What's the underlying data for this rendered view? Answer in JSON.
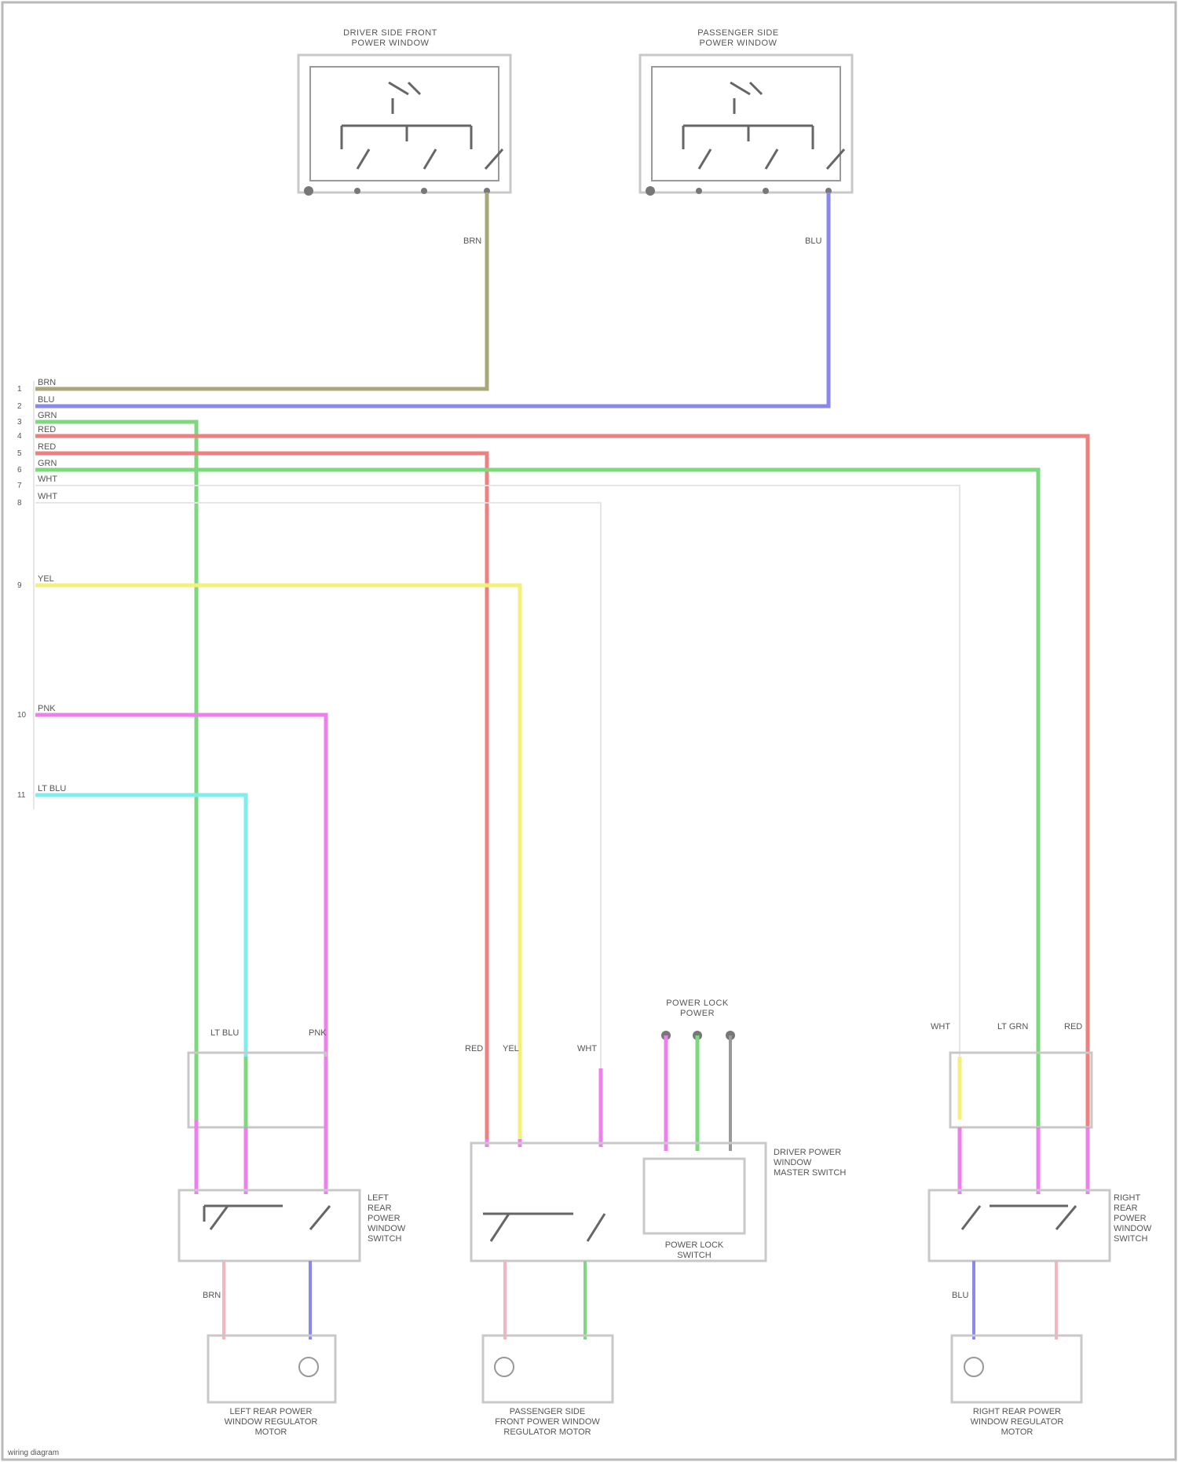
{
  "diagram": {
    "top_switches": [
      {
        "title_line1": "DRIVER SIDE FRONT",
        "title_line2": "POWER WINDOW",
        "wire_label": "BRN"
      },
      {
        "title_line1": "PASSENGER SIDE",
        "title_line2": "POWER WINDOW",
        "wire_label": "BLU"
      }
    ],
    "connector_pins": [
      "1",
      "2",
      "3",
      "4",
      "5",
      "6",
      "7",
      "8",
      "9",
      "10",
      "11"
    ],
    "harness_wires": [
      {
        "label": "BRN",
        "color": "#a8a878"
      },
      {
        "label": "BLU",
        "color": "#8888ee"
      },
      {
        "label": "GRN",
        "color": "#7ed87e"
      },
      {
        "label": "RED",
        "color": "#ee8080"
      },
      {
        "label": "RED",
        "color": "#ee8080"
      },
      {
        "label": "GRN",
        "color": "#7ed87e"
      },
      {
        "label": "WHT",
        "color": "#e8e8e8"
      },
      {
        "label": "WHT",
        "color": "#e8e8e8"
      },
      {
        "label": "YEL",
        "color": "#f2f27a"
      },
      {
        "label": "PNK",
        "color": "#ee80ee"
      },
      {
        "label": "LT BLU",
        "color": "#80eeee"
      }
    ],
    "center_power": {
      "line1": "POWER LOCK",
      "line2": "POWER"
    },
    "lower_modules": [
      {
        "title": [
          "LEFT",
          "REAR",
          "POWER",
          "WINDOW",
          "SWITCH"
        ],
        "motor_title": [
          "LEFT REAR POWER",
          "WINDOW REGULATOR",
          "MOTOR"
        ]
      },
      {
        "title": [
          "DRIVER POWER",
          "WINDOW",
          "MASTER SWITCH"
        ],
        "inner_title": [
          "POWER LOCK",
          "SWITCH"
        ],
        "motor_title": [
          "PASSENGER SIDE",
          "FRONT POWER WINDOW",
          "REGULATOR MOTOR"
        ]
      },
      {
        "title": [
          "RIGHT",
          "REAR",
          "POWER",
          "WINDOW",
          "SWITCH"
        ],
        "motor_title": [
          "RIGHT REAR POWER",
          "WINDOW REGULATOR",
          "MOTOR"
        ]
      }
    ],
    "wire_tags": {
      "lt_blu": "LT BLU",
      "pnk": "PNK",
      "grn": "GRN",
      "red": "RED",
      "yel": "YEL",
      "wht": "WHT",
      "blu": "BLU",
      "brn": "BRN",
      "lt_grn": "LT GRN"
    },
    "footer_text": "wiring diagram"
  },
  "colors": {
    "brown": "#a8a878",
    "blue": "#8888ee",
    "green": "#7ed87e",
    "red": "#ee8080",
    "white": "#e6e6e6",
    "yellow": "#f2f27a",
    "pink": "#ee80ee",
    "cyan": "#80eeee",
    "gray": "#9a9a9a"
  }
}
